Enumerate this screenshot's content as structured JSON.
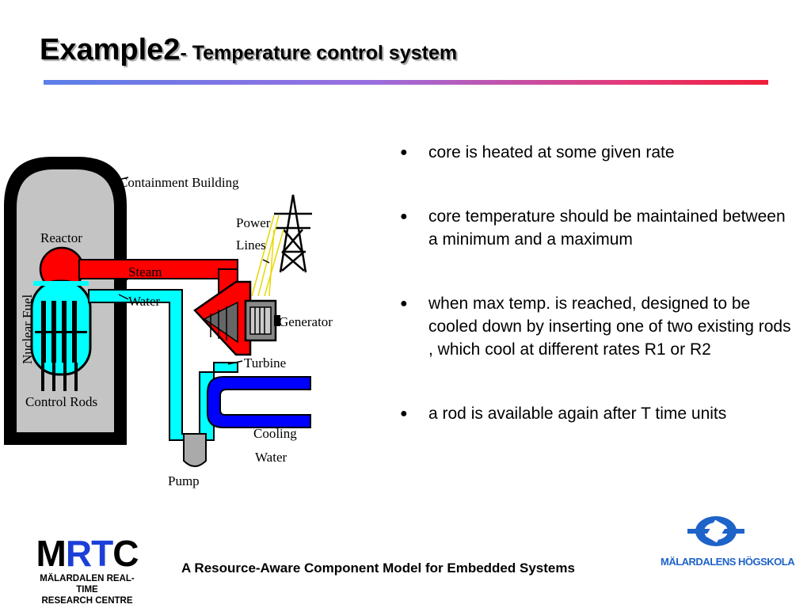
{
  "slide": {
    "title_main": "Example2",
    "title_sub": "- Temperature control system"
  },
  "diagram": {
    "labels": {
      "containment": "Containment Building",
      "reactor": "Reactor",
      "nuclear_fuel": "Nuclear Fuel",
      "steam": "Steam",
      "water": "Water",
      "control_rods": "Control Rods",
      "power": "Power",
      "lines": "Lines",
      "generator": "Generator",
      "turbine": "Turbine",
      "cooling": "Cooling",
      "cooling_water": "Water",
      "pump": "Pump"
    },
    "colors": {
      "steam": "#ff0000",
      "water": "#00ffff",
      "cooling": "#0000ff",
      "building": "#c0c0c0",
      "outline": "#000000"
    }
  },
  "bullets": [
    "core is heated at some given rate",
    "core temperature should be maintained between a minimum and a maximum",
    "when max temp. is reached, designed to be cooled down by inserting one of two existing rods , which cool at different rates  R1 or R2",
    "a rod is available again after T time units"
  ],
  "footer": {
    "text": "A Resource-Aware Component Model for Embedded Systems"
  },
  "mrtc": {
    "logo_m": "M",
    "logo_r": "R",
    "logo_t": "T",
    "logo_c": "C",
    "line1": "MÄLARDALEN REAL-TIME",
    "line2": "RESEARCH CENTRE"
  },
  "university": {
    "name": "MÄLARDALENS HÖGSKOLA"
  }
}
